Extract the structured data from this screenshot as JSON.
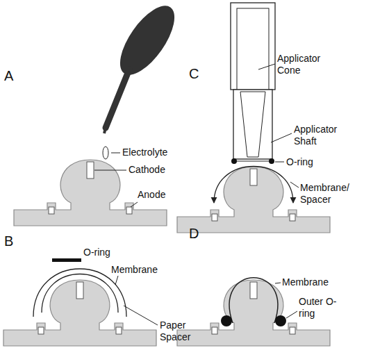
{
  "diagram": {
    "labels": [
      "A",
      "Electrolyte",
      "Cathode",
      "Anode",
      "B",
      "O-ring",
      "Membrane",
      "Paper Spacer",
      "C",
      "Applicator Cone",
      "Applicator Shaft",
      "O-ring",
      "Membrane/ Spacer",
      "D",
      "Membrane",
      "Outer O-ring"
    ]
  }
}
